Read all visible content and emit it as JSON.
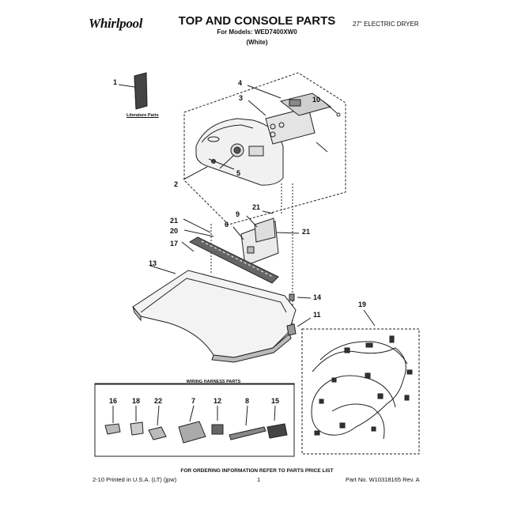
{
  "header": {
    "brand": "Whirlpool",
    "title": "TOP AND CONSOLE PARTS",
    "models_line": "For Models: WED7400XW0",
    "color_line": "(White)",
    "product": "27\" ELECTRIC DRYER"
  },
  "labels": {
    "literature": "Literature Parts",
    "wiring_harness": "WIRING HARNESS PARTS",
    "ordering": "FOR ORDERING INFORMATION REFER TO PARTS PRICE LIST"
  },
  "footer": {
    "printed": "2-10 Printed in U.S.A. (LT) (jpw)",
    "page": "1",
    "part_no": "Part No. W10318165 Rev. A"
  },
  "callouts": [
    "1",
    "2",
    "3",
    "4",
    "5",
    "10",
    "21",
    "9",
    "6",
    "21",
    "21",
    "20",
    "17",
    "13",
    "14",
    "11",
    "19",
    "16",
    "18",
    "22",
    "7",
    "12",
    "8",
    "15"
  ]
}
